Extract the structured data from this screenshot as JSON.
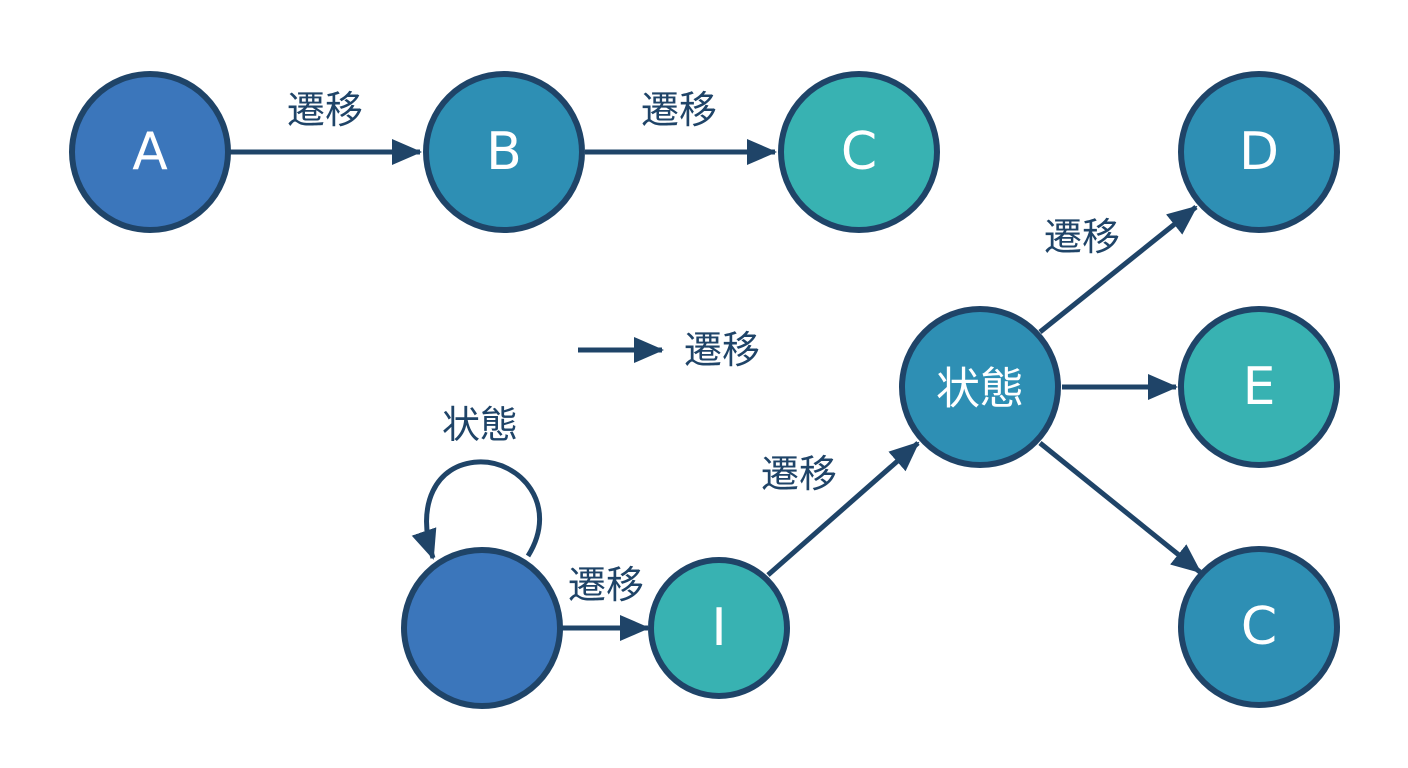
{
  "colors": {
    "stroke": "#1f4468",
    "node_blue": "#3b76bb",
    "node_mid": "#2e8fb4",
    "node_teal": "#38b2b2",
    "node_text": "#ffffff",
    "label_text": "#1f4468"
  },
  "nodes": {
    "a": {
      "label": "A"
    },
    "b": {
      "label": "B"
    },
    "c_top": {
      "label": "C"
    },
    "d": {
      "label": "D"
    },
    "e": {
      "label": "E"
    },
    "c_bottom": {
      "label": "C"
    },
    "hub": {
      "label": "状態"
    },
    "i": {
      "label": "I"
    },
    "start": {
      "label": ""
    }
  },
  "edges": {
    "a_b": {
      "label": "遷移"
    },
    "b_c": {
      "label": "遷移"
    },
    "hub_d": {
      "label": "遷移"
    },
    "start_i": {
      "label": "遷移"
    },
    "i_hub": {
      "label": "遷移"
    },
    "hub_e": {
      "label": ""
    },
    "hub_c": {
      "label": ""
    }
  },
  "legend": {
    "label": "遷移"
  },
  "self_loop": {
    "label": "状態"
  }
}
